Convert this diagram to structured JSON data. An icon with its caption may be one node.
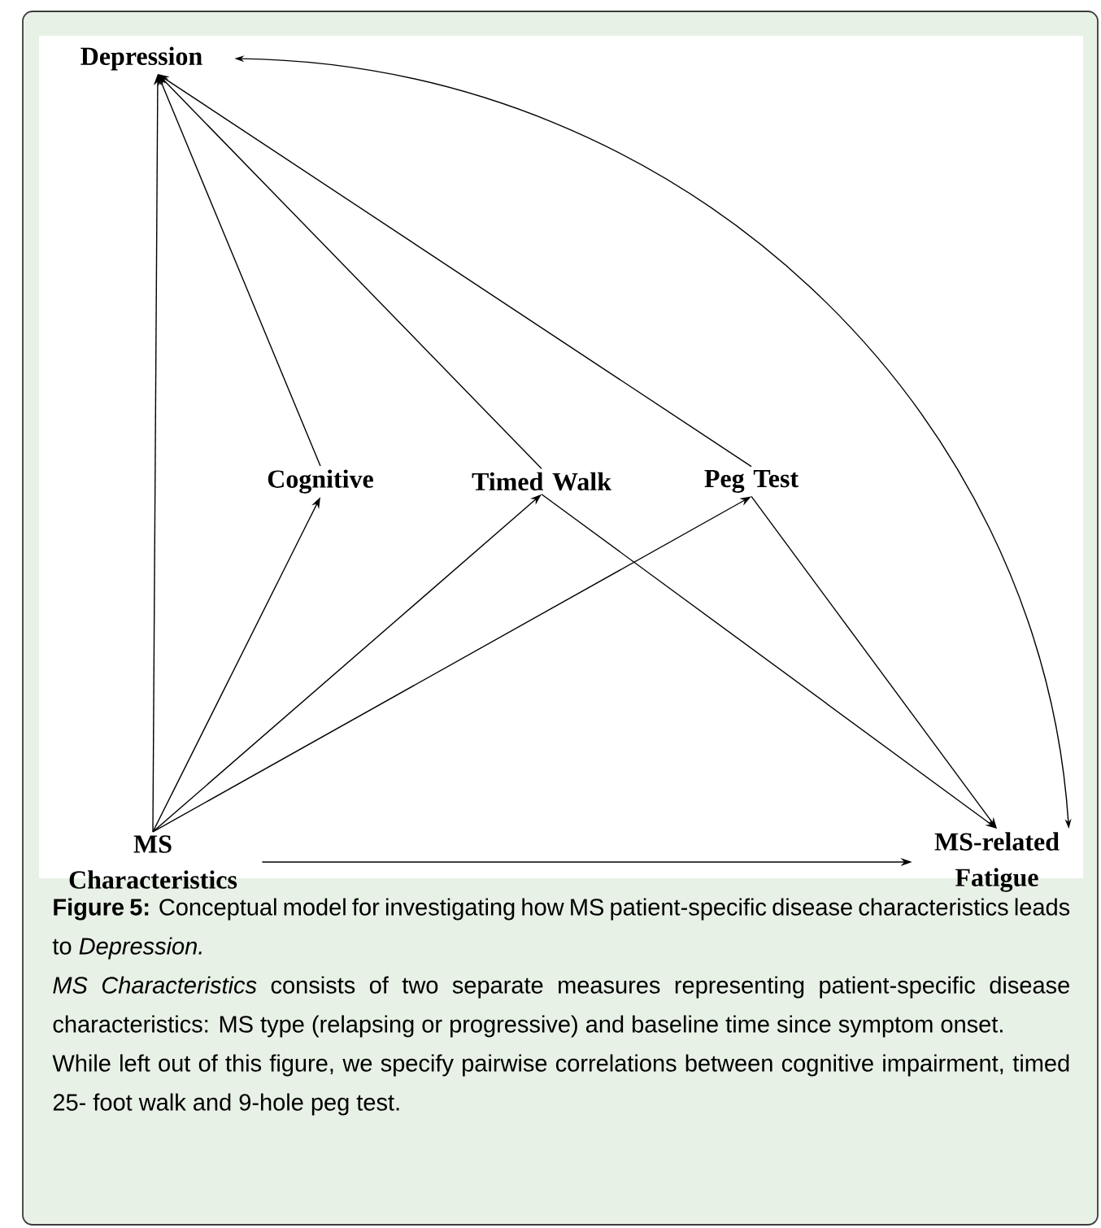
{
  "diagram": {
    "caption": "**Figure 5:** Conceptual model for investigating how MS patient-specific disease characteristics leads to *Depression.*",
    "nodes": [
      {
        "text": [
          "Depression"
        ]
      },
      {
        "text": [
          "Cognitive"
        ]
      },
      {
        "text": [
          "Timed Walk"
        ]
      },
      {
        "text": [
          "Peg Test"
        ]
      },
      {
        "text": [
          "MS Characteristics"
        ]
      },
      {
        "text": [
          "MS-related Fatigue"
        ]
      }
    ],
    "edges": [
      {
        "from": 4,
        "to": 0,
        "arrow": "to"
      },
      {
        "from": 1,
        "to": 0,
        "arrow": "to"
      },
      {
        "from": 2,
        "to": 0,
        "arrow": "to"
      },
      {
        "from": 3,
        "to": 0,
        "arrow": "to"
      },
      {
        "from": 4,
        "to": 1,
        "arrow": "to"
      },
      {
        "from": 4,
        "to": 2,
        "arrow": "to"
      },
      {
        "from": 4,
        "to": 3,
        "arrow": "to"
      },
      {
        "from": 2,
        "to": 5,
        "arrow": "to"
      },
      {
        "from": 3,
        "to": 5,
        "arrow": "to"
      },
      {
        "from": 4,
        "to": 5,
        "arrow": "to"
      },
      {
        "from": 0,
        "to": 5,
        "arrow": "both"
      }
    ],
    "labels": [
      "*MS Characteristics* consists of two separate measures representing patient-specific disease characteristics: MS type (relapsing or progressive) and baseline time since symptom onset.",
      "While left out of this figure, we specify pairwise correlations between cognitive impairment, timed 25- foot walk and 9-hole peg test."
    ]
  }
}
